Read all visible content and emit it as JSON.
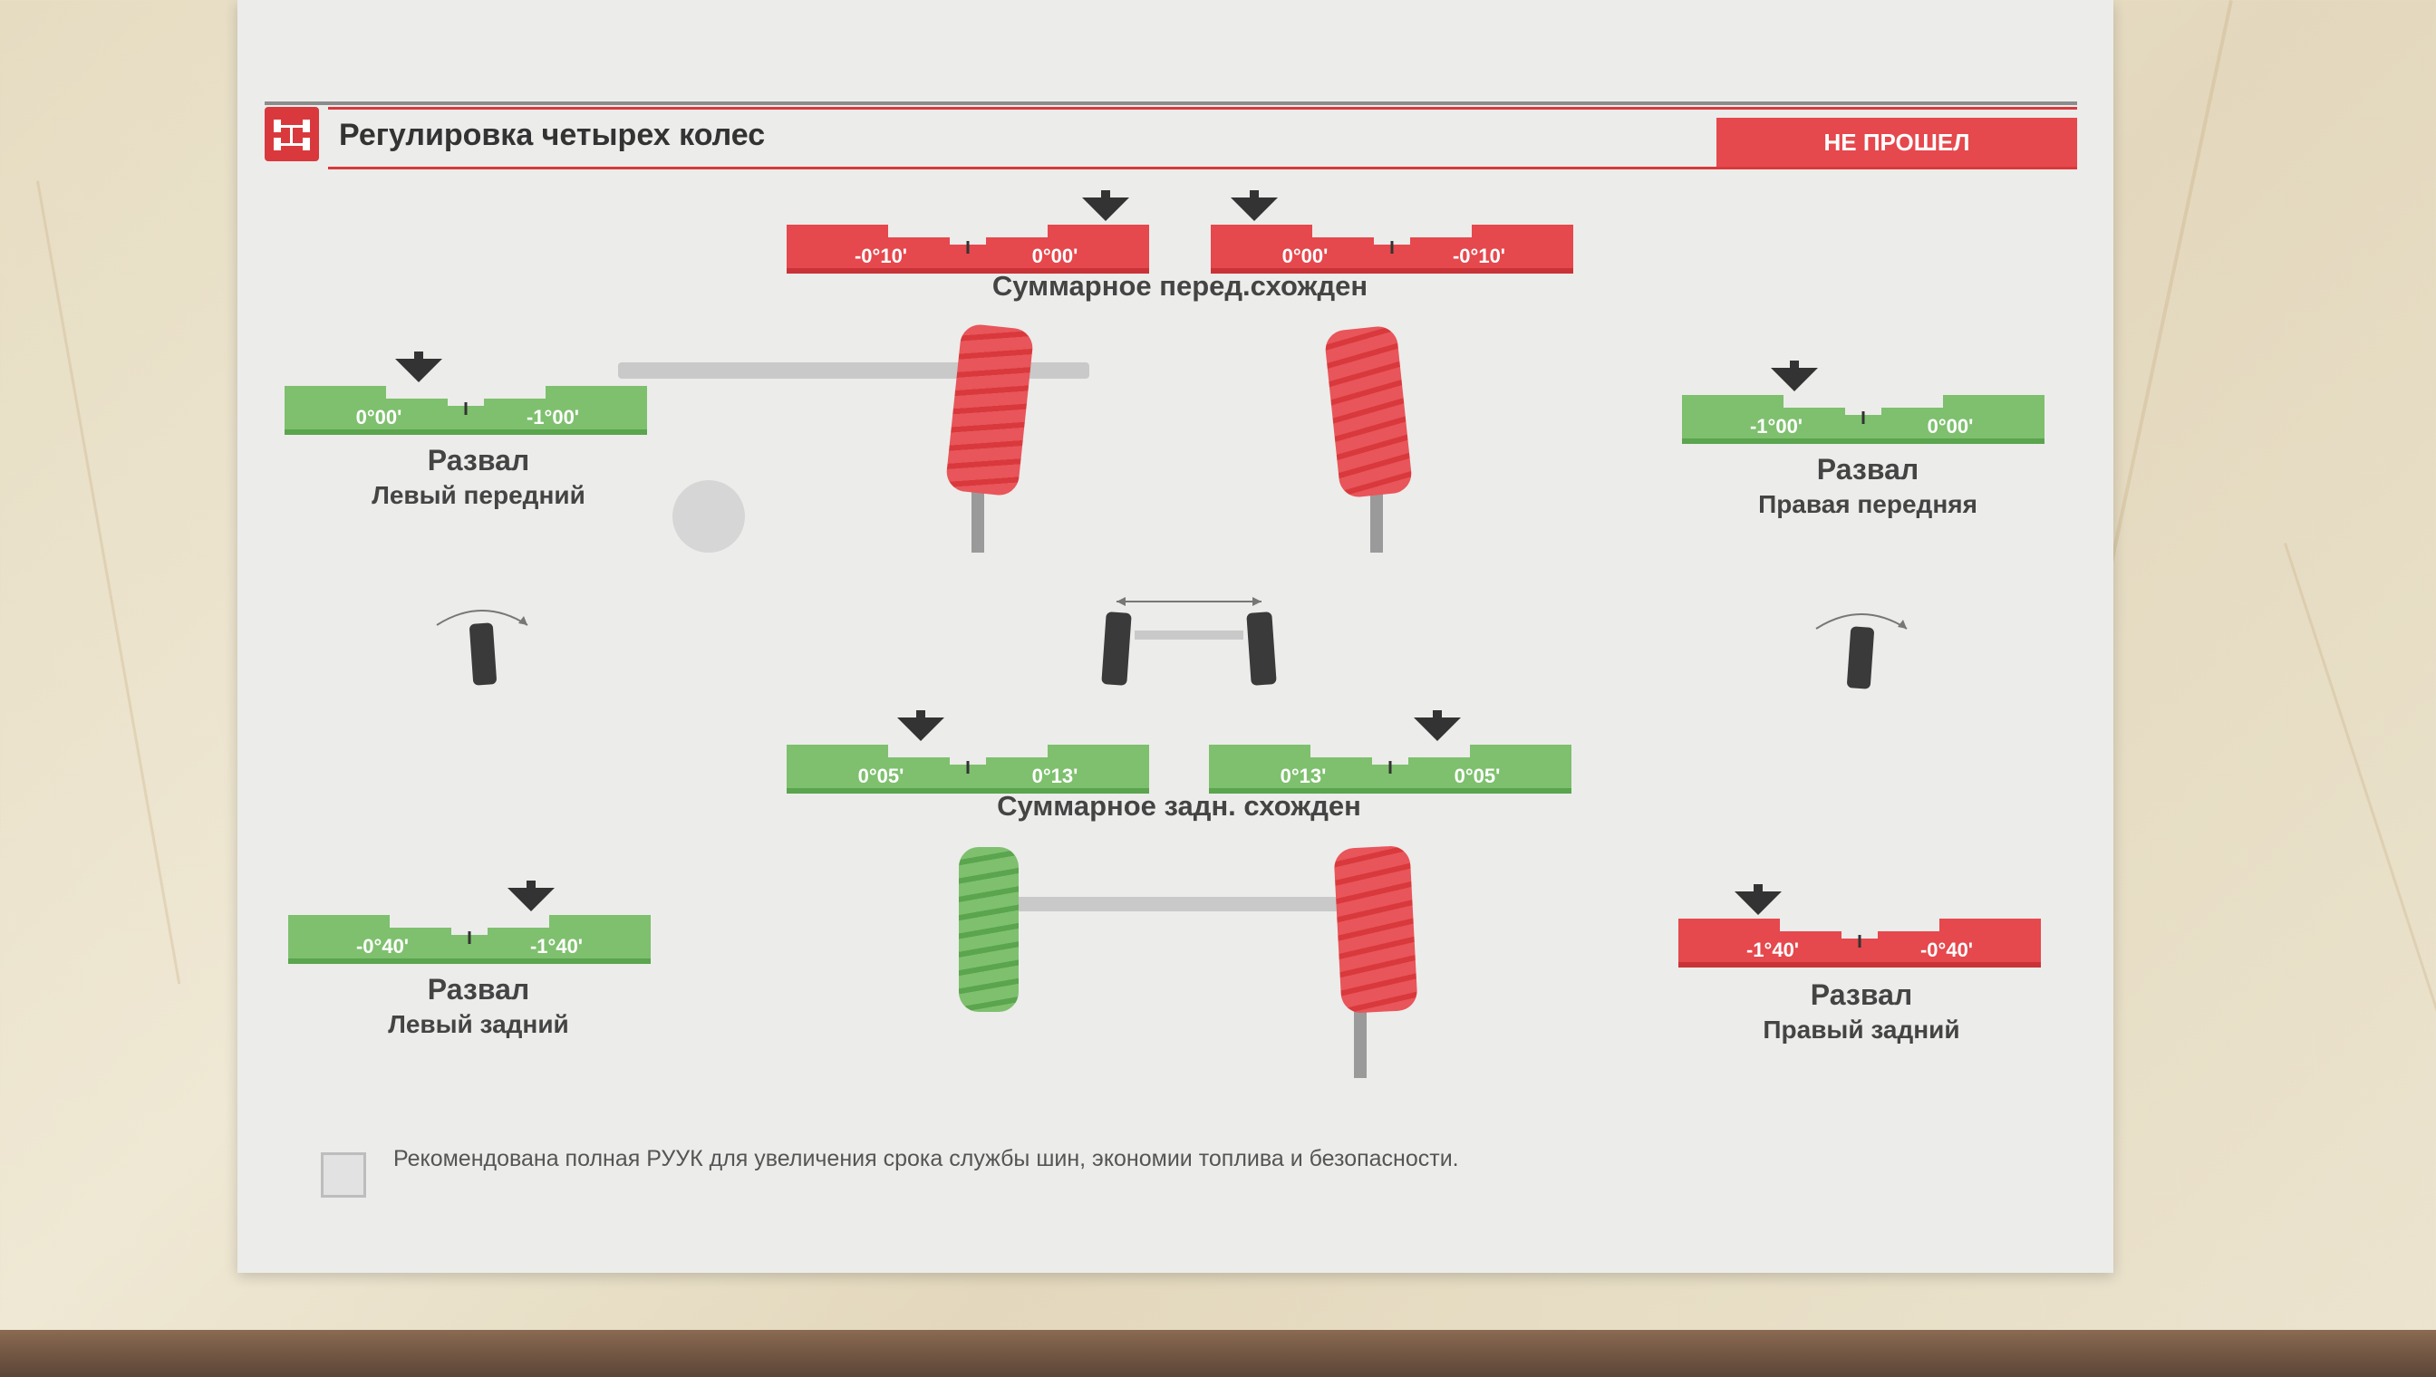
{
  "header": {
    "title": "Регулировка четырех колес",
    "status": "НЕ ПРОШЕЛ"
  },
  "colors": {
    "green": "#7ec06e",
    "green_dark": "#5aa54e",
    "red": "#e5484d",
    "red_dark": "#c93338",
    "arrow": "#333333"
  },
  "front_toe": {
    "title": "Суммарное перед.схожден",
    "left_gauge": {
      "status": "red",
      "labels": [
        "-0°10'",
        "0°00'"
      ],
      "marker": 0.88
    },
    "right_gauge": {
      "status": "red",
      "labels": [
        "0°00'",
        "-0°10'"
      ],
      "marker": 0.12
    }
  },
  "rear_toe": {
    "title": "Суммарное задн. схожден",
    "left_gauge": {
      "status": "green",
      "labels": [
        "0°05'",
        "0°13'"
      ],
      "marker": 0.37
    },
    "right_gauge": {
      "status": "green",
      "labels": [
        "0°13'",
        "0°05'"
      ],
      "marker": 0.63
    }
  },
  "camber_front_left": {
    "title": "Развал",
    "subtitle": "Левый передний",
    "gauge": {
      "status": "green",
      "labels": [
        "0°00'",
        "-1°00'"
      ],
      "marker": 0.37
    }
  },
  "camber_front_right": {
    "title": "Развал",
    "subtitle": "Правая передняя",
    "gauge": {
      "status": "green",
      "labels": [
        "-1°00'",
        "0°00'"
      ],
      "marker": 0.31
    }
  },
  "camber_rear_left": {
    "title": "Развал",
    "subtitle": "Левый задний",
    "gauge": {
      "status": "green",
      "labels": [
        "-0°40'",
        "-1°40'"
      ],
      "marker": 0.67
    }
  },
  "camber_rear_right": {
    "title": "Развал",
    "subtitle": "Правый задний",
    "gauge": {
      "status": "red",
      "labels": [
        "-1°40'",
        "-0°40'"
      ],
      "marker": 0.22
    }
  },
  "recommendation": "Рекомендована полная РУУК для увеличения срока службы шин, экономии топлива и безопасности."
}
